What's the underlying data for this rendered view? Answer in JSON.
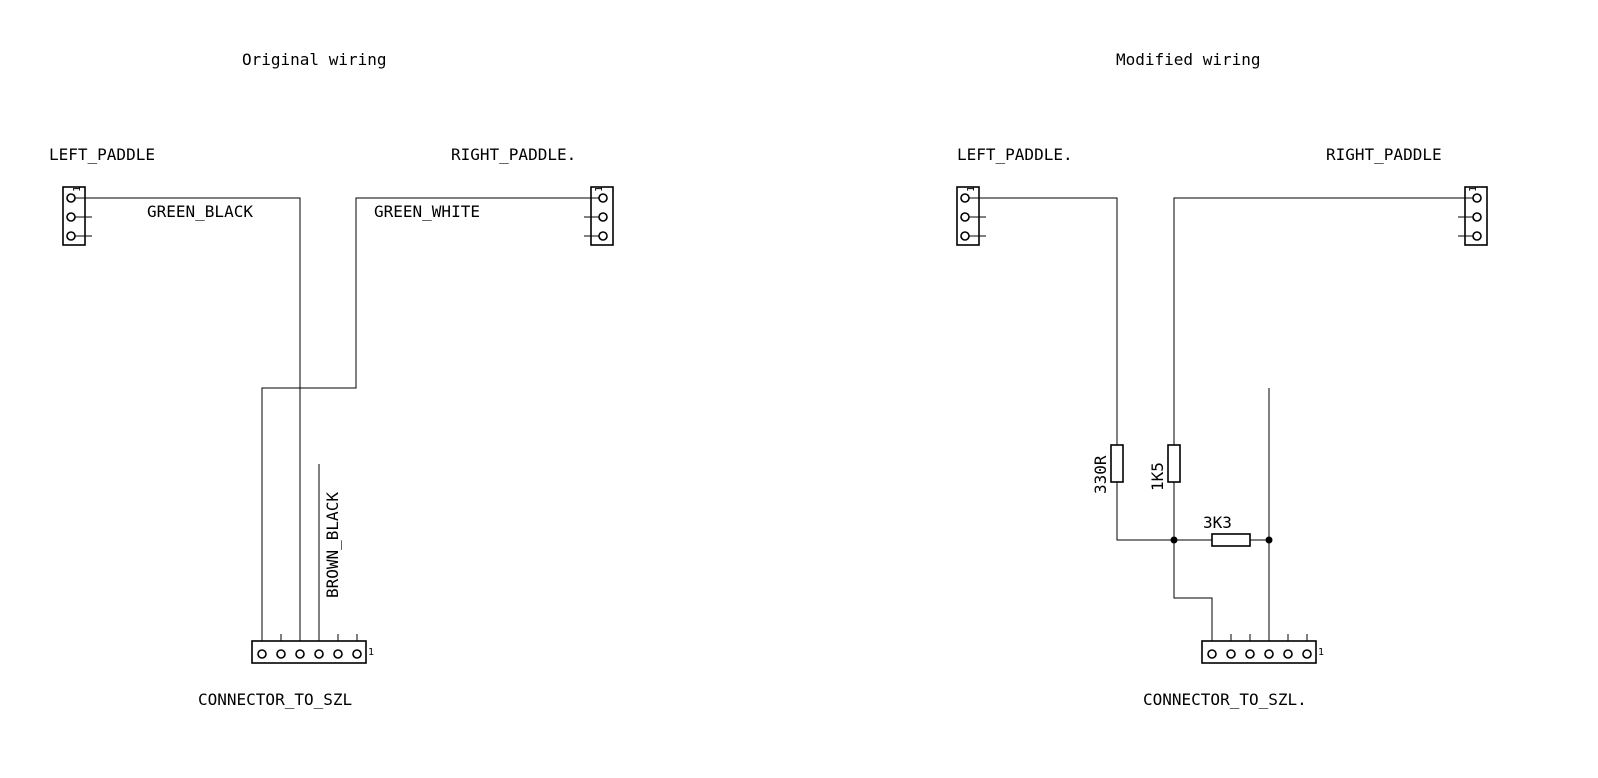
{
  "original": {
    "title": "Original wiring",
    "left_paddle": "LEFT_PADDLE",
    "right_paddle": "RIGHT_PADDLE.",
    "wire_green_black": "GREEN_BLACK",
    "wire_green_white": "GREEN_WHITE",
    "wire_brown_black": "BROWN_BLACK",
    "connector": "CONNECTOR_TO_SZL",
    "pin1_left": "1",
    "pin1_right": "1",
    "pin1_conn": "1"
  },
  "modified": {
    "title": "Modified wiring",
    "left_paddle": "LEFT_PADDLE.",
    "right_paddle": "RIGHT_PADDLE",
    "r1": "330R",
    "r2": "1K5",
    "r3": "3K3",
    "connector": "CONNECTOR_TO_SZL.",
    "pin1_left": "1",
    "pin1_right": "1",
    "pin1_conn": "1"
  }
}
